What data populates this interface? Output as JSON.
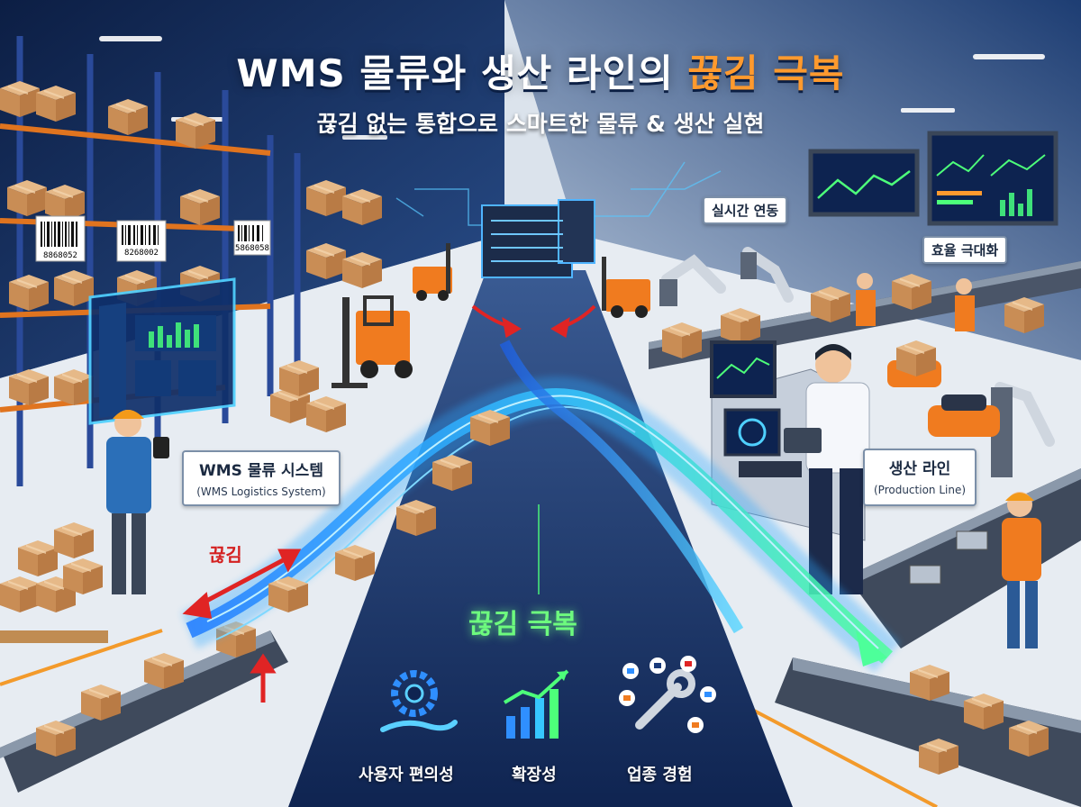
{
  "title": {
    "main": "WMS 물류와 생산 라인의 ",
    "highlight": "끊김 극복"
  },
  "subtitle": "끊김 없는 통합으로 스마트한 물류 & 생산 실현",
  "callouts": {
    "wms": {
      "label": "WMS 물류 시스템",
      "sub": "(WMS Logistics System)"
    },
    "production": {
      "label": "생산 라인",
      "sub": "(Production Line)"
    },
    "realtime": "실시간 연동",
    "efficiency": "효율 극대화"
  },
  "gap_label": "끊김",
  "overcome_label": "끊김 극복",
  "features": [
    {
      "label": "사용자 편의성",
      "icon": "gear-hand-icon"
    },
    {
      "label": "확장성",
      "icon": "growth-chart-icon"
    },
    {
      "label": "업종 경험",
      "icon": "wrench-industries-icon"
    }
  ],
  "barcodes": [
    "8868052",
    "8268002",
    "5868058"
  ],
  "colors": {
    "title_highlight": "#ff9a2e",
    "flow_blue": "#2fa8ff",
    "flow_green": "#4dff7a",
    "gap_red": "#e02424",
    "navy": "#0e2a5c",
    "orange": "#f07b1f"
  }
}
